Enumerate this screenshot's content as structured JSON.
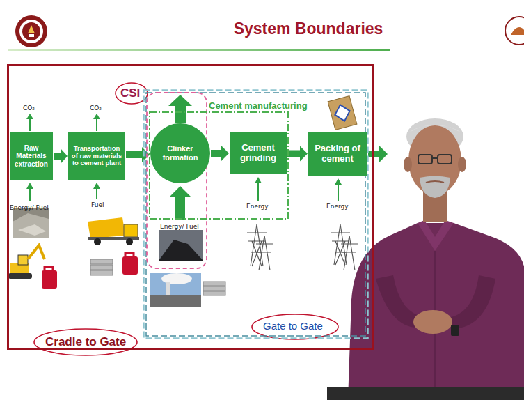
{
  "diagram": {
    "title": "System Boundaries",
    "nodes": [
      {
        "text": [
          "Cradle to Gate"
        ]
      },
      {
        "text": [
          "Raw Materials extraction"
        ],
        "in": 0
      },
      {
        "text": [
          "Transportation of raw materials to cement plant"
        ],
        "in": 0
      },
      {
        "text": [
          "Gate to Gate"
        ],
        "in": 0
      },
      {
        "text": [
          "CSI"
        ],
        "in": 3
      },
      {
        "text": [
          "Cement manufacturing"
        ],
        "in": 3
      },
      {
        "text": [
          "Clinker formation"
        ],
        "in": 5
      },
      {
        "text": [
          "Cement grinding"
        ],
        "in": 5
      },
      {
        "text": [
          "Packing of cement"
        ],
        "in": 3
      }
    ],
    "edges": [
      {
        "from": 1,
        "to": 2,
        "arrow": "to"
      },
      {
        "from": 2,
        "to": 6,
        "arrow": "to"
      },
      {
        "from": 6,
        "to": 7,
        "arrow": "to"
      },
      {
        "from": 7,
        "to": 8,
        "arrow": "to"
      }
    ],
    "labels": [
      "CO₂",
      "CO₂",
      "Energy/ Fuel",
      "Fuel",
      "Energy/ Fuel",
      "Energy",
      "Energy"
    ]
  }
}
